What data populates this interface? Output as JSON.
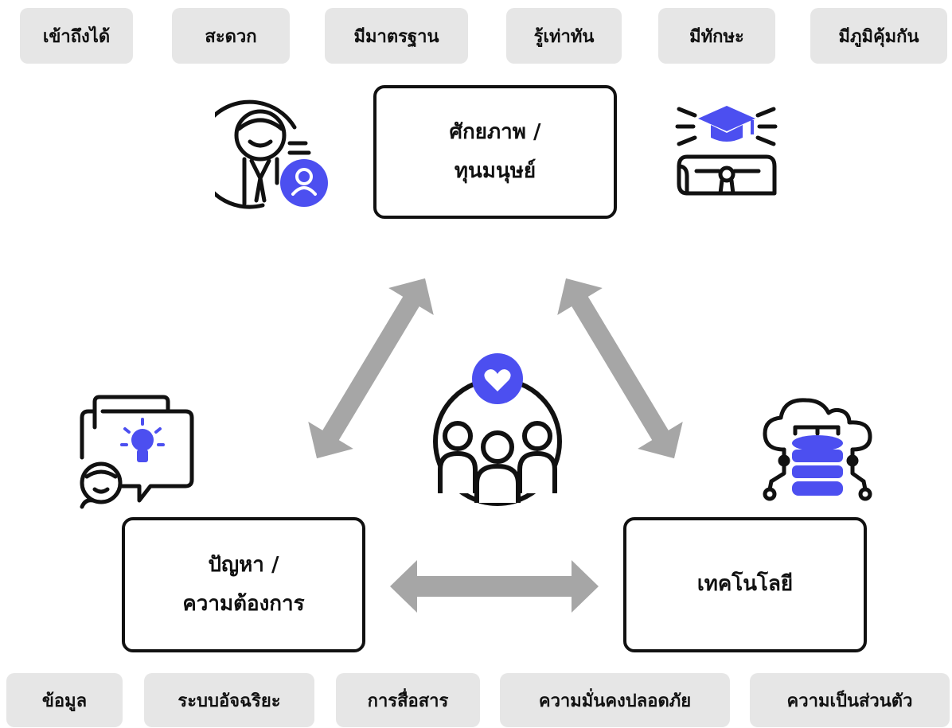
{
  "top_tags": [
    "เข้าถึงได้",
    "สะดวก",
    "มีมาตรฐาน",
    "รู้เท่าทัน",
    "มีทักษะ",
    "มีภูมิคุ้มกัน"
  ],
  "bottom_tags": [
    "ข้อมูล",
    "ระบบอัจฉริยะ",
    "การสื่อสาร",
    "ความมั่นคงปลอดภัย",
    "ความเป็นส่วนตัว"
  ],
  "nodes": {
    "human_capital": {
      "line1": "ศักยภาพ /",
      "line2": "ทุนมนุษย์"
    },
    "problem_needs": {
      "line1": "ปัญหา /",
      "line2": "ความต้องการ"
    },
    "technology": {
      "line1": "เทคโนโลยี"
    }
  },
  "colors": {
    "accent": "#4c4ff0",
    "arrow": "#a6a6a6",
    "tag_bg": "#e6e6e6",
    "stroke": "#111111"
  },
  "icons": {
    "top_left": "person-profile-icon",
    "top_right": "graduation-diploma-icon",
    "center": "community-heart-icon",
    "bottom_left": "idea-chat-icon",
    "bottom_right": "cloud-database-icon"
  }
}
